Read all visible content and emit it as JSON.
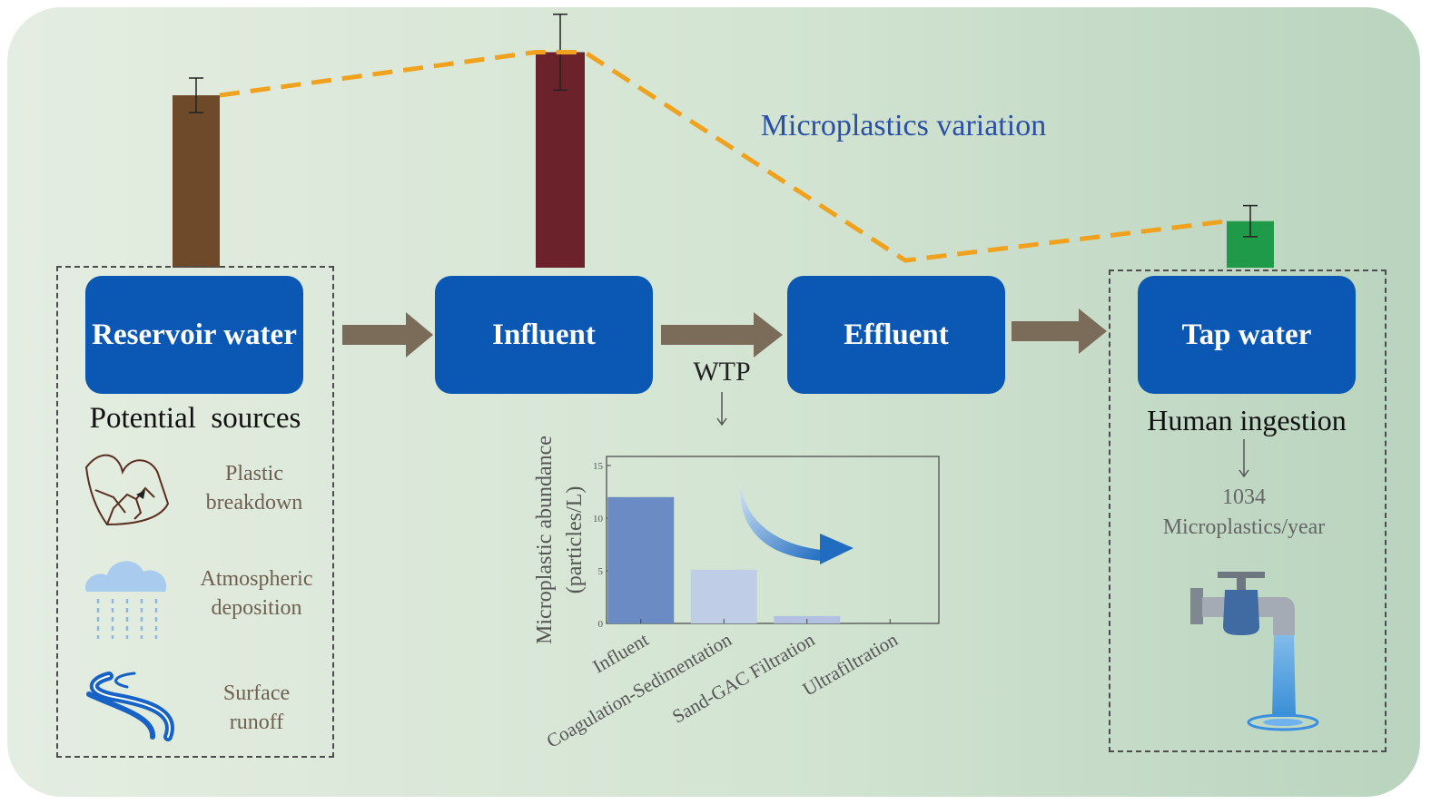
{
  "title": "Microplastics variation",
  "stages": [
    "Reservoir water",
    "Influent",
    "Effluent",
    "Tap water"
  ],
  "wtp_label": "WTP",
  "potential_sources": {
    "heading": "Potential  sources",
    "items": [
      {
        "line1": "Plastic",
        "line2": "breakdown",
        "icon": "plastic-bag-icon"
      },
      {
        "line1": "Atmospheric",
        "line2": "deposition",
        "icon": "rain-cloud-icon"
      },
      {
        "line1": "Surface",
        "line2": "runoff",
        "icon": "river-icon"
      }
    ]
  },
  "human_ingestion": {
    "heading": "Human ingestion",
    "value": "1034",
    "unit": "Microplastics/year",
    "icon": "faucet-icon"
  },
  "colors": {
    "box": "#0b57b4",
    "arrow": "#7a6c58",
    "trend_line": "#f0a21e",
    "reservoir_bar": "#6f4a2a",
    "influent_bar": "#6b222b",
    "tap_bar": "#1e9a48"
  },
  "chart_data": {
    "type": "bar",
    "categories": [
      "Influent",
      "Coagulation-Sedimentation",
      "Sand-GAC Filtration",
      "Ultrafiltration"
    ],
    "values": [
      12,
      5.1,
      0.7,
      0
    ],
    "ylabel_line1": "Microplastic abundance",
    "ylabel_line2": "(particles/L)",
    "ylim": [
      0,
      15
    ],
    "yticks": [
      "0",
      "5",
      "10",
      "15"
    ],
    "bar_colors": [
      "#6b8bc4",
      "#c0cde6",
      "#b3c1e0",
      "#c9d4ea"
    ]
  },
  "variation_bars": {
    "levels": [
      1.0,
      1.25,
      0,
      0.27
    ],
    "errors": [
      0.1,
      0.22,
      0,
      0.09
    ]
  }
}
